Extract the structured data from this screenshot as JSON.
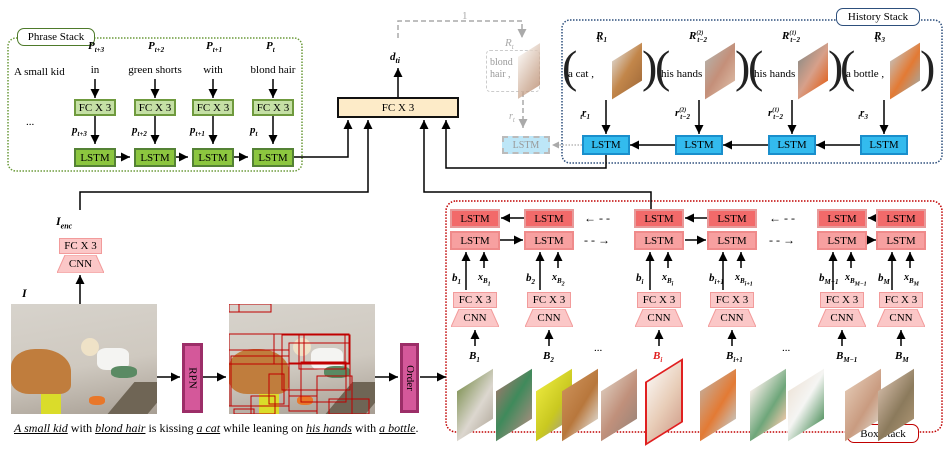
{
  "phrase_stack": {
    "title": "Phrase Stack",
    "context_phrase": "A small kid",
    "ellipsis": "...",
    "columns": [
      {
        "P": "P",
        "P_sub": "t+3",
        "phrase": "in",
        "fc": "FC X 3",
        "p": "p",
        "p_sub": "t+3",
        "lstm": "LSTM"
      },
      {
        "P": "P",
        "P_sub": "t+2",
        "phrase": "green shorts",
        "fc": "FC X 3",
        "p": "p",
        "p_sub": "t+2",
        "lstm": "LSTM"
      },
      {
        "P": "P",
        "P_sub": "t+1",
        "phrase": "with",
        "fc": "FC X 3",
        "p": "p",
        "p_sub": "t+1",
        "lstm": "LSTM"
      },
      {
        "P": "P",
        "P_sub": "t",
        "phrase": "blond hair",
        "fc": "FC X 3",
        "p": "p",
        "p_sub": "t",
        "lstm": "LSTM"
      }
    ]
  },
  "decoder": {
    "fc": "FC X 3",
    "output": "d",
    "output_sub": "ti",
    "feedback_label": "1"
  },
  "current_region": {
    "R": "R",
    "R_sub": "t",
    "phrase_line1": "blond",
    "phrase_line2": "hair ,",
    "r": "r",
    "r_sub": "t",
    "lstm": "LSTM"
  },
  "history_stack": {
    "title": "History Stack",
    "items": [
      {
        "R": "R",
        "R_sub": "t−1",
        "R_sup": "",
        "phrase": "a cat ,",
        "r": "r",
        "r_sub": "t−1",
        "r_sup": "",
        "lstm": "LSTM"
      },
      {
        "R": "R",
        "R_sub": "t−2",
        "R_sup": "(2)",
        "phrase": "his hands ,",
        "r": "r",
        "r_sub": "t−2",
        "r_sup": "(2)",
        "lstm": "LSTM"
      },
      {
        "R": "R",
        "R_sub": "t−2",
        "R_sup": "(1)",
        "phrase": "his hands ,",
        "r": "r",
        "r_sub": "t−2",
        "r_sup": "(1)",
        "lstm": "LSTM"
      },
      {
        "R": "R",
        "R_sub": "t−3",
        "R_sup": "",
        "phrase": "a bottle ,",
        "r": "r",
        "r_sub": "t−3",
        "r_sup": "",
        "lstm": "LSTM"
      }
    ]
  },
  "image_encoder": {
    "label": "I",
    "enc": "I",
    "enc_sub": "enc",
    "fc": "FC X 3",
    "cnn": "CNN"
  },
  "pipeline": {
    "rpn": "RPN",
    "order": "Order"
  },
  "box_stack": {
    "title": "Box Stack",
    "ellipsis": "...",
    "dashes_left": "← - -",
    "dashes_right": "- - →",
    "columns": [
      {
        "b": "b",
        "b_sub": "1",
        "x": "x",
        "x_sub": "B",
        "x_subsub": "1",
        "B": "B",
        "B_sub": "1",
        "fc": "FC X 3",
        "cnn": "CNN",
        "lstm_top": "LSTM",
        "lstm_bot": "LSTM",
        "highlight": false
      },
      {
        "b": "b",
        "b_sub": "2",
        "x": "x",
        "x_sub": "B",
        "x_subsub": "2",
        "B": "B",
        "B_sub": "2",
        "fc": "FC X 3",
        "cnn": "CNN",
        "lstm_top": "LSTM",
        "lstm_bot": "LSTM",
        "highlight": false
      },
      {
        "b": "b",
        "b_sub": "i",
        "x": "x",
        "x_sub": "B",
        "x_subsub": "i",
        "B": "B",
        "B_sub": "i",
        "fc": "FC X 3",
        "cnn": "CNN",
        "lstm_top": "LSTM",
        "lstm_bot": "LSTM",
        "highlight": true
      },
      {
        "b": "b",
        "b_sub": "i+1",
        "x": "x",
        "x_sub": "B",
        "x_subsub": "i+1",
        "B": "B",
        "B_sub": "i+1",
        "fc": "FC X 3",
        "cnn": "CNN",
        "lstm_top": "LSTM",
        "lstm_bot": "LSTM",
        "highlight": false
      },
      {
        "b": "b",
        "b_sub": "M−1",
        "x": "x",
        "x_sub": "B",
        "x_subsub": "M−1",
        "B": "B",
        "B_sub": "M−1",
        "fc": "FC X 3",
        "cnn": "CNN",
        "lstm_top": "LSTM",
        "lstm_bot": "LSTM",
        "highlight": false
      },
      {
        "b": "b",
        "b_sub": "M",
        "x": "x",
        "x_sub": "B",
        "x_subsub": "M",
        "B": "B",
        "B_sub": "M",
        "fc": "FC X 3",
        "cnn": "CNN",
        "lstm_top": "LSTM",
        "lstm_bot": "LSTM",
        "highlight": false
      }
    ]
  },
  "caption": {
    "p1": "A small kid",
    "t1": " with ",
    "p2": "blond hair",
    "t2": " is kissing ",
    "p3": "a cat",
    "t3": " while leaning on ",
    "p4": "his hands",
    "t4": " with ",
    "p5": "a bottle",
    "t5": "."
  },
  "colors": {
    "phrase_green": "#8cc63f",
    "history_blue": "#33bbee",
    "box_red": "#f26a6a",
    "decoder_fill": "#fdebc8",
    "module_pink": "#d4589a",
    "highlight_red": "#e02020"
  }
}
